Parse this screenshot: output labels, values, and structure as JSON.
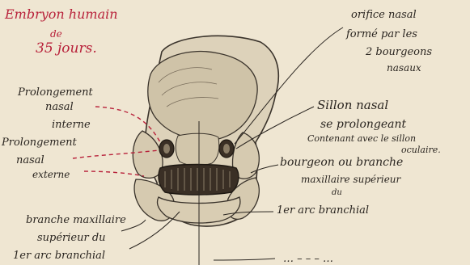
{
  "title": {
    "line1": "Embryon humain",
    "line2": "de",
    "line3": "35 jours."
  },
  "labels": {
    "orifice": [
      "orifice nasal",
      "formé par les",
      "2 bourgeons",
      "nasaux"
    ],
    "prolongement_interne": [
      "Prolongement",
      "nasal",
      "interne"
    ],
    "sillon": [
      "Sillon nasal",
      "se prolongeant",
      "Contenant avec le sillon",
      "oculaire."
    ],
    "prolongement_externe": [
      "Prolongement",
      "nasal",
      "externe"
    ],
    "bourgeon": [
      "bourgeon ou branche",
      "maxillaire supérieur"
    ],
    "du": "du",
    "arc": "1er arc branchial",
    "branche_maxillaire": [
      "branche maxillaire",
      "supérieur du",
      "1er arc branchial"
    ],
    "bottom_fragment": "… – – – …"
  },
  "colors": {
    "paper": "#efe6d2",
    "ink": "#2a2520",
    "red_ink": "#b8213a"
  }
}
